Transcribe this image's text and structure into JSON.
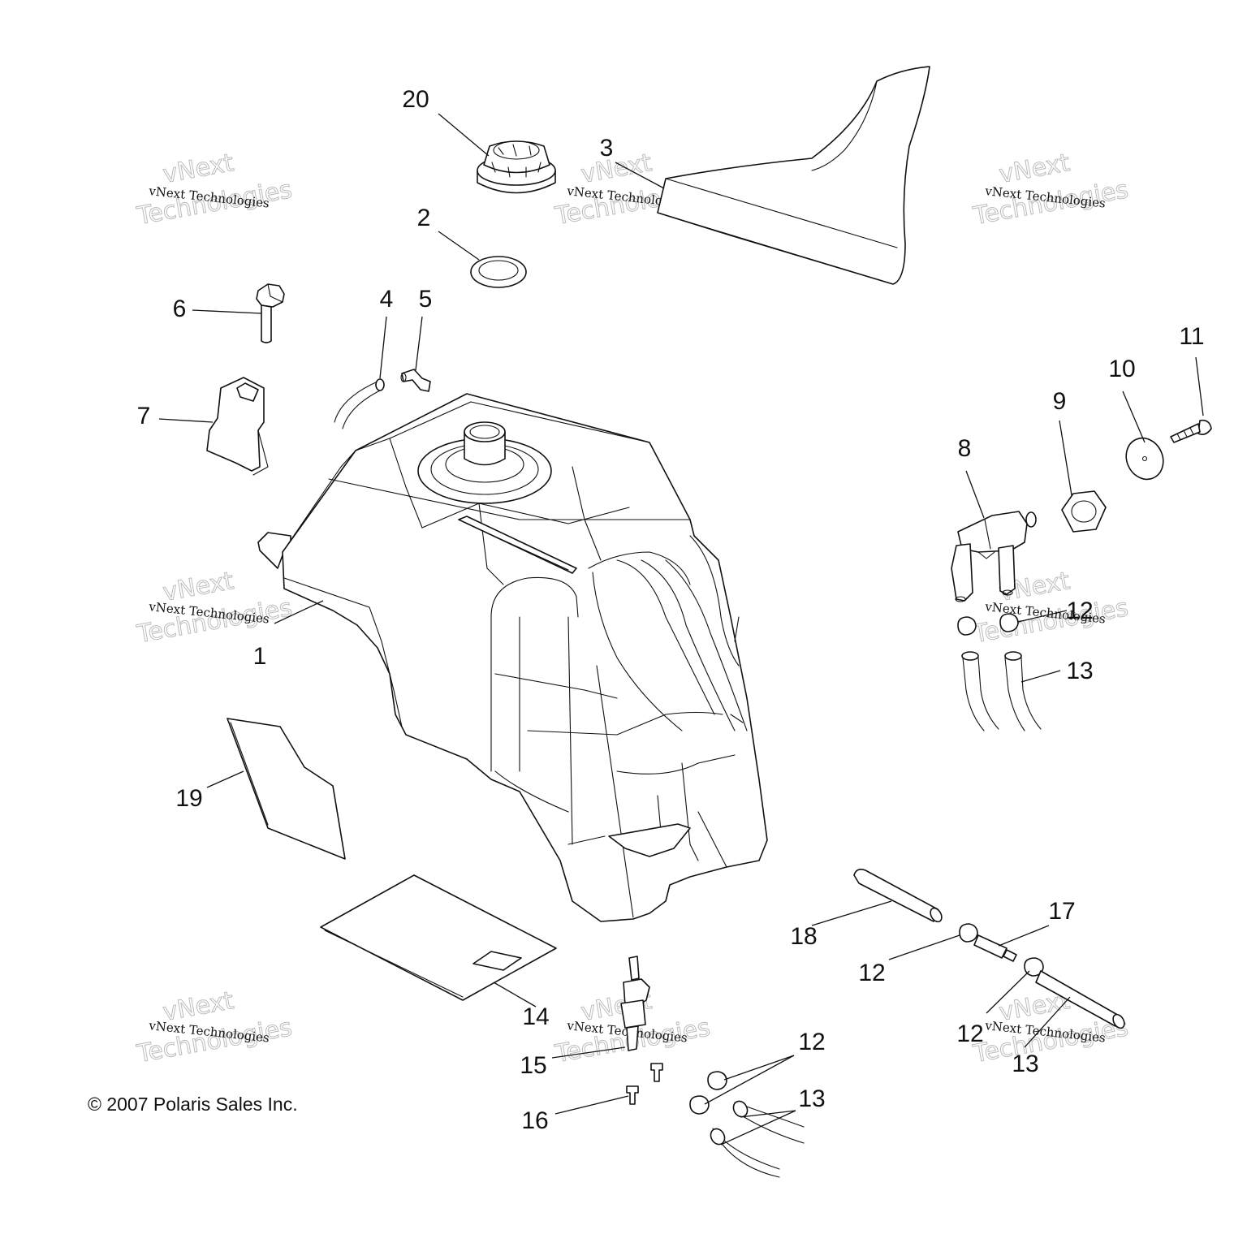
{
  "diagram": {
    "callouts": [
      "1",
      "2",
      "3",
      "4",
      "5",
      "6",
      "7",
      "8",
      "9",
      "10",
      "11",
      "12",
      "12",
      "12",
      "12",
      "12",
      "13",
      "13",
      "13",
      "13",
      "14",
      "15",
      "16",
      "17",
      "18",
      "19",
      "20"
    ],
    "copyright": "© 2007 Polaris Sales Inc.",
    "watermark": {
      "line1": "vNext Technologies",
      "line2": "vNext",
      "line3": "Technologies"
    }
  }
}
